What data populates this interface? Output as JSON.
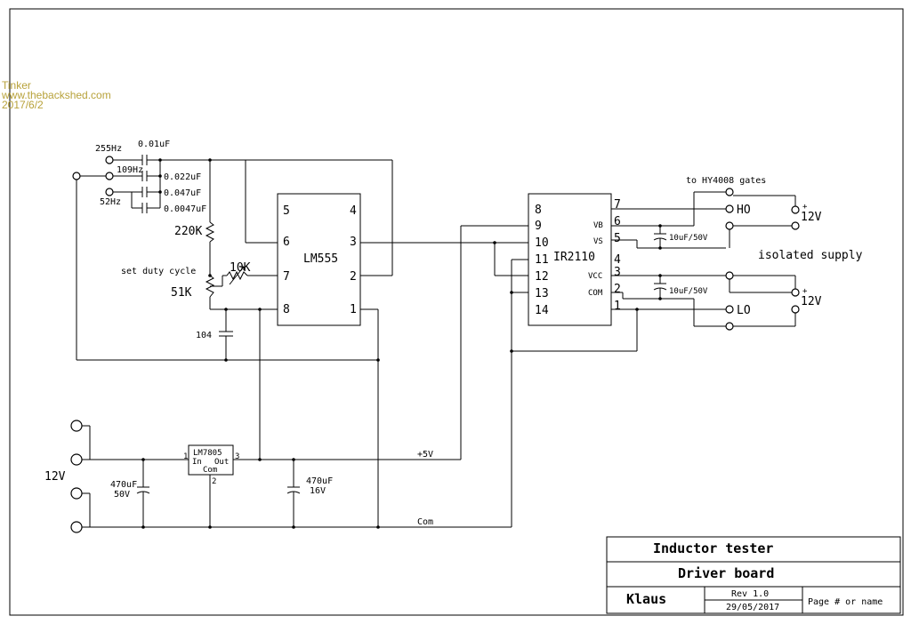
{
  "watermark": {
    "author": "Tinker",
    "site": "www.thebackshed.com",
    "date": "2017/6/2"
  },
  "title_block": {
    "title": "Inductor tester",
    "subtitle": "Driver board",
    "author": "Klaus",
    "rev": "Rev 1.0",
    "date": "29/05/2017",
    "page": "Page # or name"
  },
  "lm555": {
    "name": "LM555",
    "pins": [
      "5",
      "4",
      "6",
      "3",
      "7",
      "2",
      "8",
      "1"
    ]
  },
  "ir2110": {
    "name": "IR2110",
    "left_pins": [
      "8",
      "9",
      "10",
      "11",
      "12",
      "13",
      "14"
    ],
    "right_pins": [
      "7",
      "6",
      "5",
      "4",
      "3",
      "2",
      "1"
    ],
    "right_labels": [
      "VB",
      "VS",
      "VCC",
      "COM"
    ]
  },
  "lm7805": {
    "name": "LM7805",
    "in_label": "In",
    "out_label": "Out",
    "com_label": "Com",
    "pin_in": "1",
    "pin_out": "3",
    "pin_com": "2"
  },
  "labels": {
    "f255": "255Hz",
    "f109": "109Hz",
    "f52": "52Hz",
    "c001": "0.01uF",
    "c0022": "0.022uF",
    "c0047": "0.047uF",
    "c00047": "0.0047uF",
    "r220k": "220K",
    "duty": "set duty cycle",
    "r10k": "10K",
    "r51k": "51K",
    "c104": "104",
    "gates": "to HY4008 gates",
    "ho": "HO",
    "lo": "LO",
    "isolated": "isolated supply",
    "v12a": "12V",
    "v12b": "12V",
    "plus": "+",
    "cap_top": "10uF/50V",
    "cap_bot": "10uF/50V",
    "v12_in": "12V",
    "c470a_1": "470uF",
    "c470a_2": "50V",
    "c470b_1": "470uF",
    "c470b_2": "16V",
    "plus5": "+5V",
    "com": "Com"
  }
}
